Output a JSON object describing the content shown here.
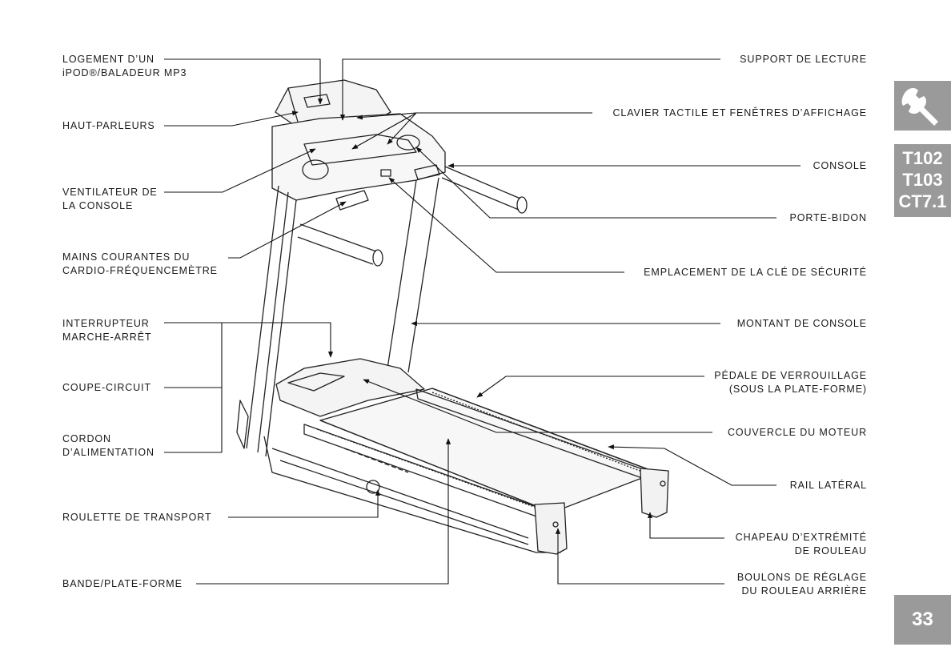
{
  "labels_left": {
    "ipod_dock": [
      "LOGEMENT D’UN",
      "iPOD®/BALADEUR MP3"
    ],
    "speakers": "HAUT-PARLEURS",
    "console_fan": [
      "VENTILATEUR DE",
      "LA CONSOLE"
    ],
    "heart_rate_grips": [
      "MAINS COURANTES DU",
      "CARDIO-FRÉQUENCEMÈTRE"
    ],
    "power_switch": [
      "INTERRUPTEUR",
      "MARCHE-ARRÊT"
    ],
    "circuit_breaker": "COUPE-CIRCUIT",
    "power_cord": [
      "CORDON",
      "D’ALIMENTATION"
    ],
    "transport_wheel": "ROULETTE DE TRANSPORT",
    "belt_deck": "BANDE/PLATE-FORME"
  },
  "labels_right": {
    "reading_rack": "SUPPORT DE LECTURE",
    "keypad_display": "CLAVIER TACTILE ET FENÊTRES D’AFFICHAGE",
    "console": "CONSOLE",
    "bottle_holder": "PORTE-BIDON",
    "safety_key": "EMPLACEMENT DE LA CLÉ DE SÉCURITÉ",
    "console_mast": "MONTANT DE CONSOLE",
    "folding_pedal": [
      "PÉDALE DE VERROUILLAGE",
      "(SOUS LA PLATE-FORME)"
    ],
    "motor_cover": "COUVERCLE DU MOTEUR",
    "side_rail": "RAIL LATÉRAL",
    "end_cap": [
      "CHAPEAU D’EXTRÉMITÉ",
      "DE ROULEAU"
    ],
    "rear_roller_bolts": [
      "BOULONS DE RÉGLAGE",
      "DU ROULEAU ARRIÈRE"
    ]
  },
  "side_tabs": {
    "tool_icon": "wrench-icon",
    "models": [
      "T102",
      "T103",
      "CT7.1"
    ],
    "page_number": "33",
    "color": "#9a9a9a"
  }
}
